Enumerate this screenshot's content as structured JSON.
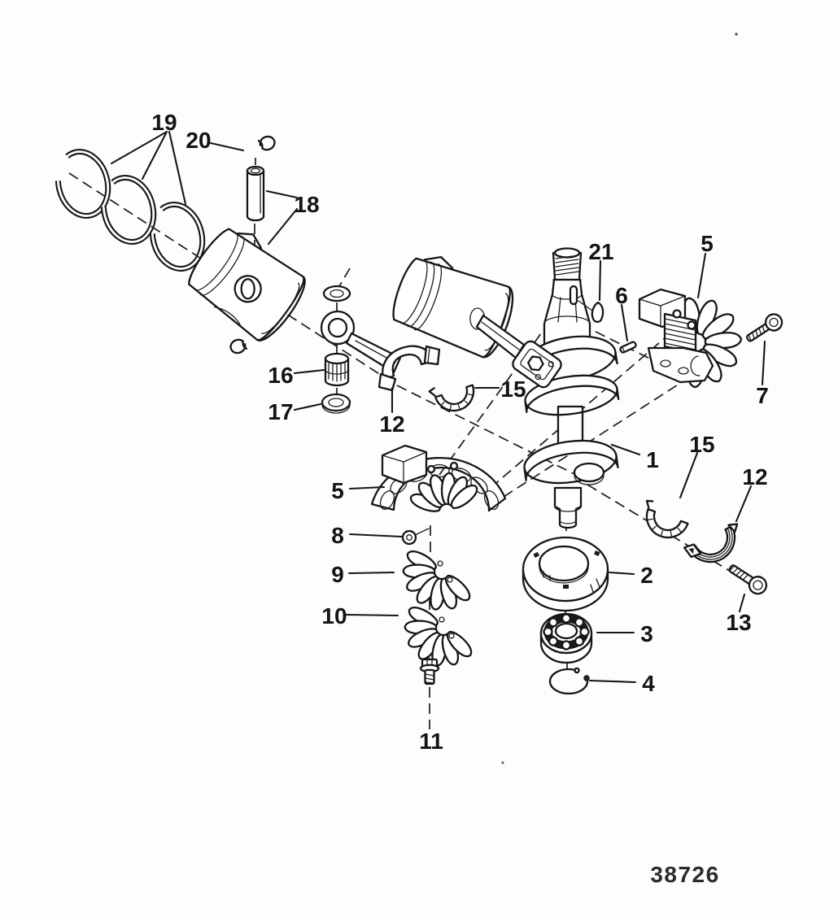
{
  "figure": {
    "drawing_number": "38726",
    "callouts": [
      "19",
      "20",
      "18",
      "21",
      "5",
      "6",
      "7",
      "16",
      "17",
      "12",
      "15",
      "1",
      "15",
      "12",
      "13",
      "5",
      "8",
      "9",
      "10",
      "11",
      "2",
      "3",
      "4"
    ]
  }
}
